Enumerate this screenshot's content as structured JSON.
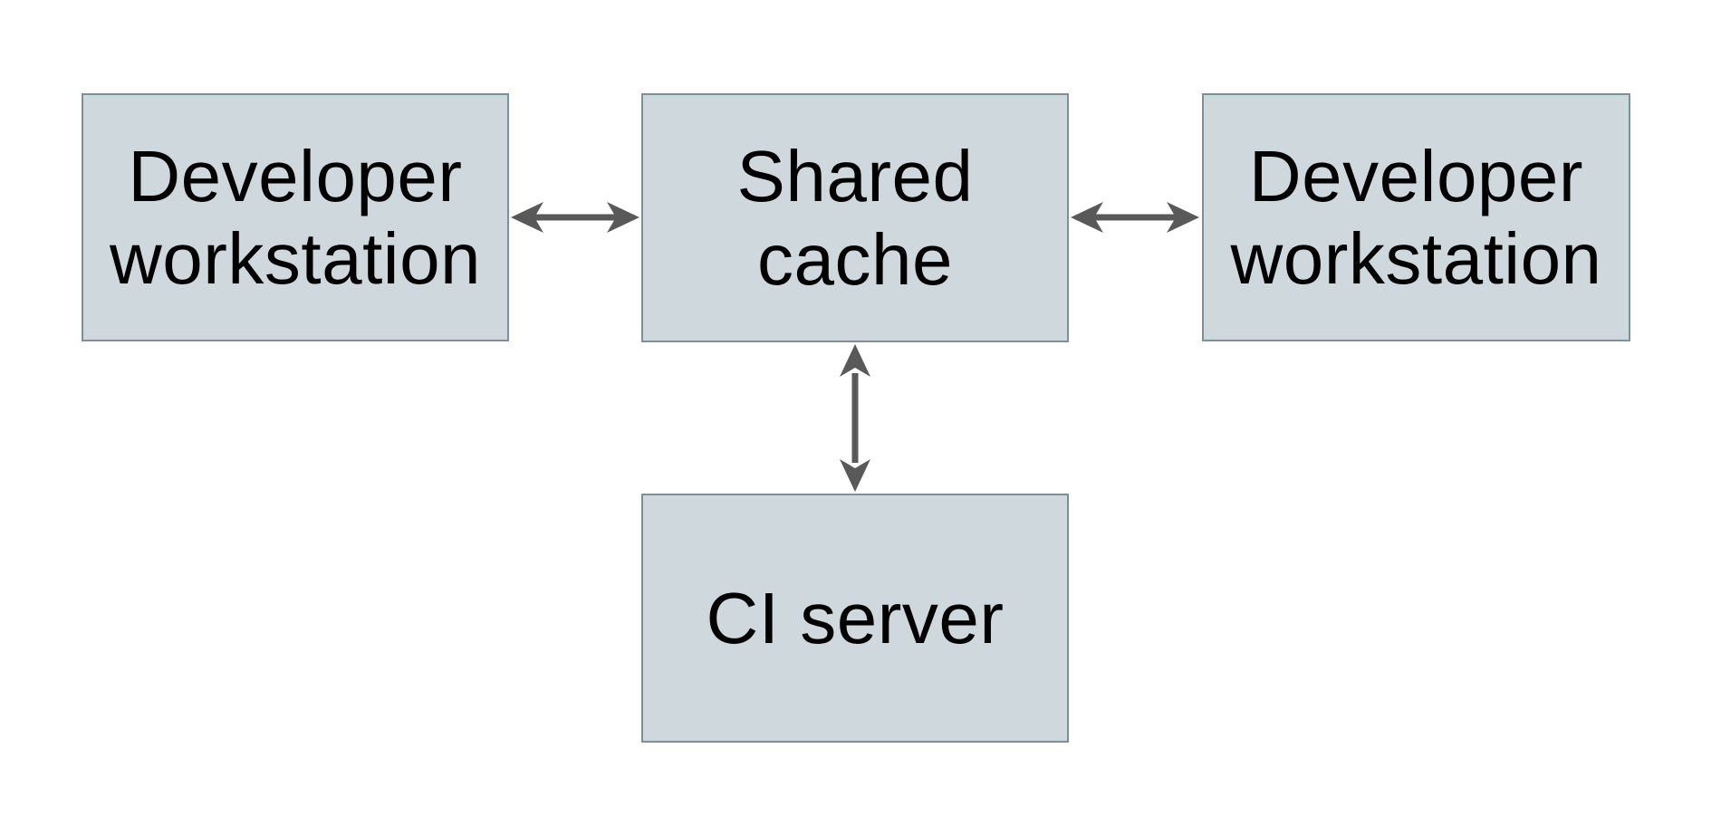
{
  "diagram": {
    "type": "architecture-diagram",
    "colors": {
      "background": "#ffffff",
      "node_fill": "#cfd8dc",
      "node_border": "#7d8f99",
      "arrow": "#595959",
      "text": "#000000"
    },
    "nodes": [
      {
        "id": "developer-workstation-left",
        "label": "Developer\nworkstation"
      },
      {
        "id": "shared-cache",
        "label": "Shared\ncache"
      },
      {
        "id": "developer-workstation-right",
        "label": "Developer\nworkstation"
      },
      {
        "id": "ci-server",
        "label": "CI server"
      }
    ],
    "edges": [
      {
        "from": "developer-workstation-left",
        "to": "shared-cache",
        "direction": "bidirectional"
      },
      {
        "from": "shared-cache",
        "to": "developer-workstation-right",
        "direction": "bidirectional"
      },
      {
        "from": "shared-cache",
        "to": "ci-server",
        "direction": "bidirectional"
      }
    ]
  }
}
